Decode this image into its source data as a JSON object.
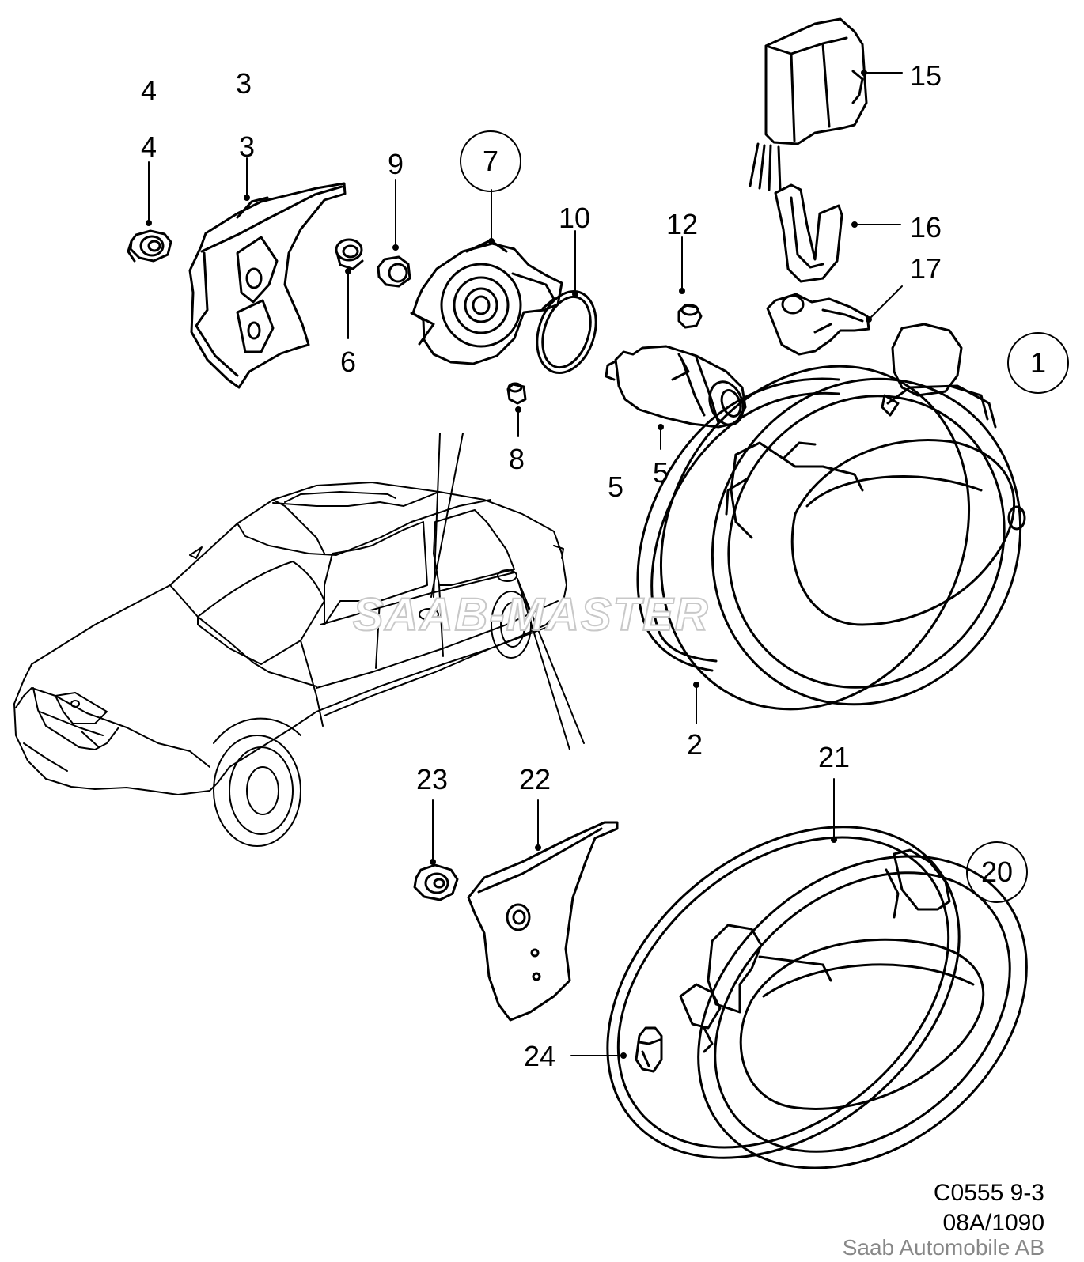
{
  "labels": {
    "l4a": "4",
    "l3a": "3",
    "l4b": "4",
    "l3b": "3",
    "l9": "9",
    "l7": "7",
    "l10": "10",
    "l12": "12",
    "l15": "15",
    "l16": "16",
    "l17": "17",
    "l1": "1",
    "l6": "6",
    "l8": "8",
    "l5a": "5",
    "l5b": "5",
    "l2": "2",
    "l21": "21",
    "l23": "23",
    "l22": "22",
    "l20": "20",
    "l24": "24"
  },
  "watermark": "SAAB-MASTER",
  "footer": {
    "code": "C0555 9-3",
    "ref": "08A/1090",
    "credit": "Saab Automobile AB"
  }
}
